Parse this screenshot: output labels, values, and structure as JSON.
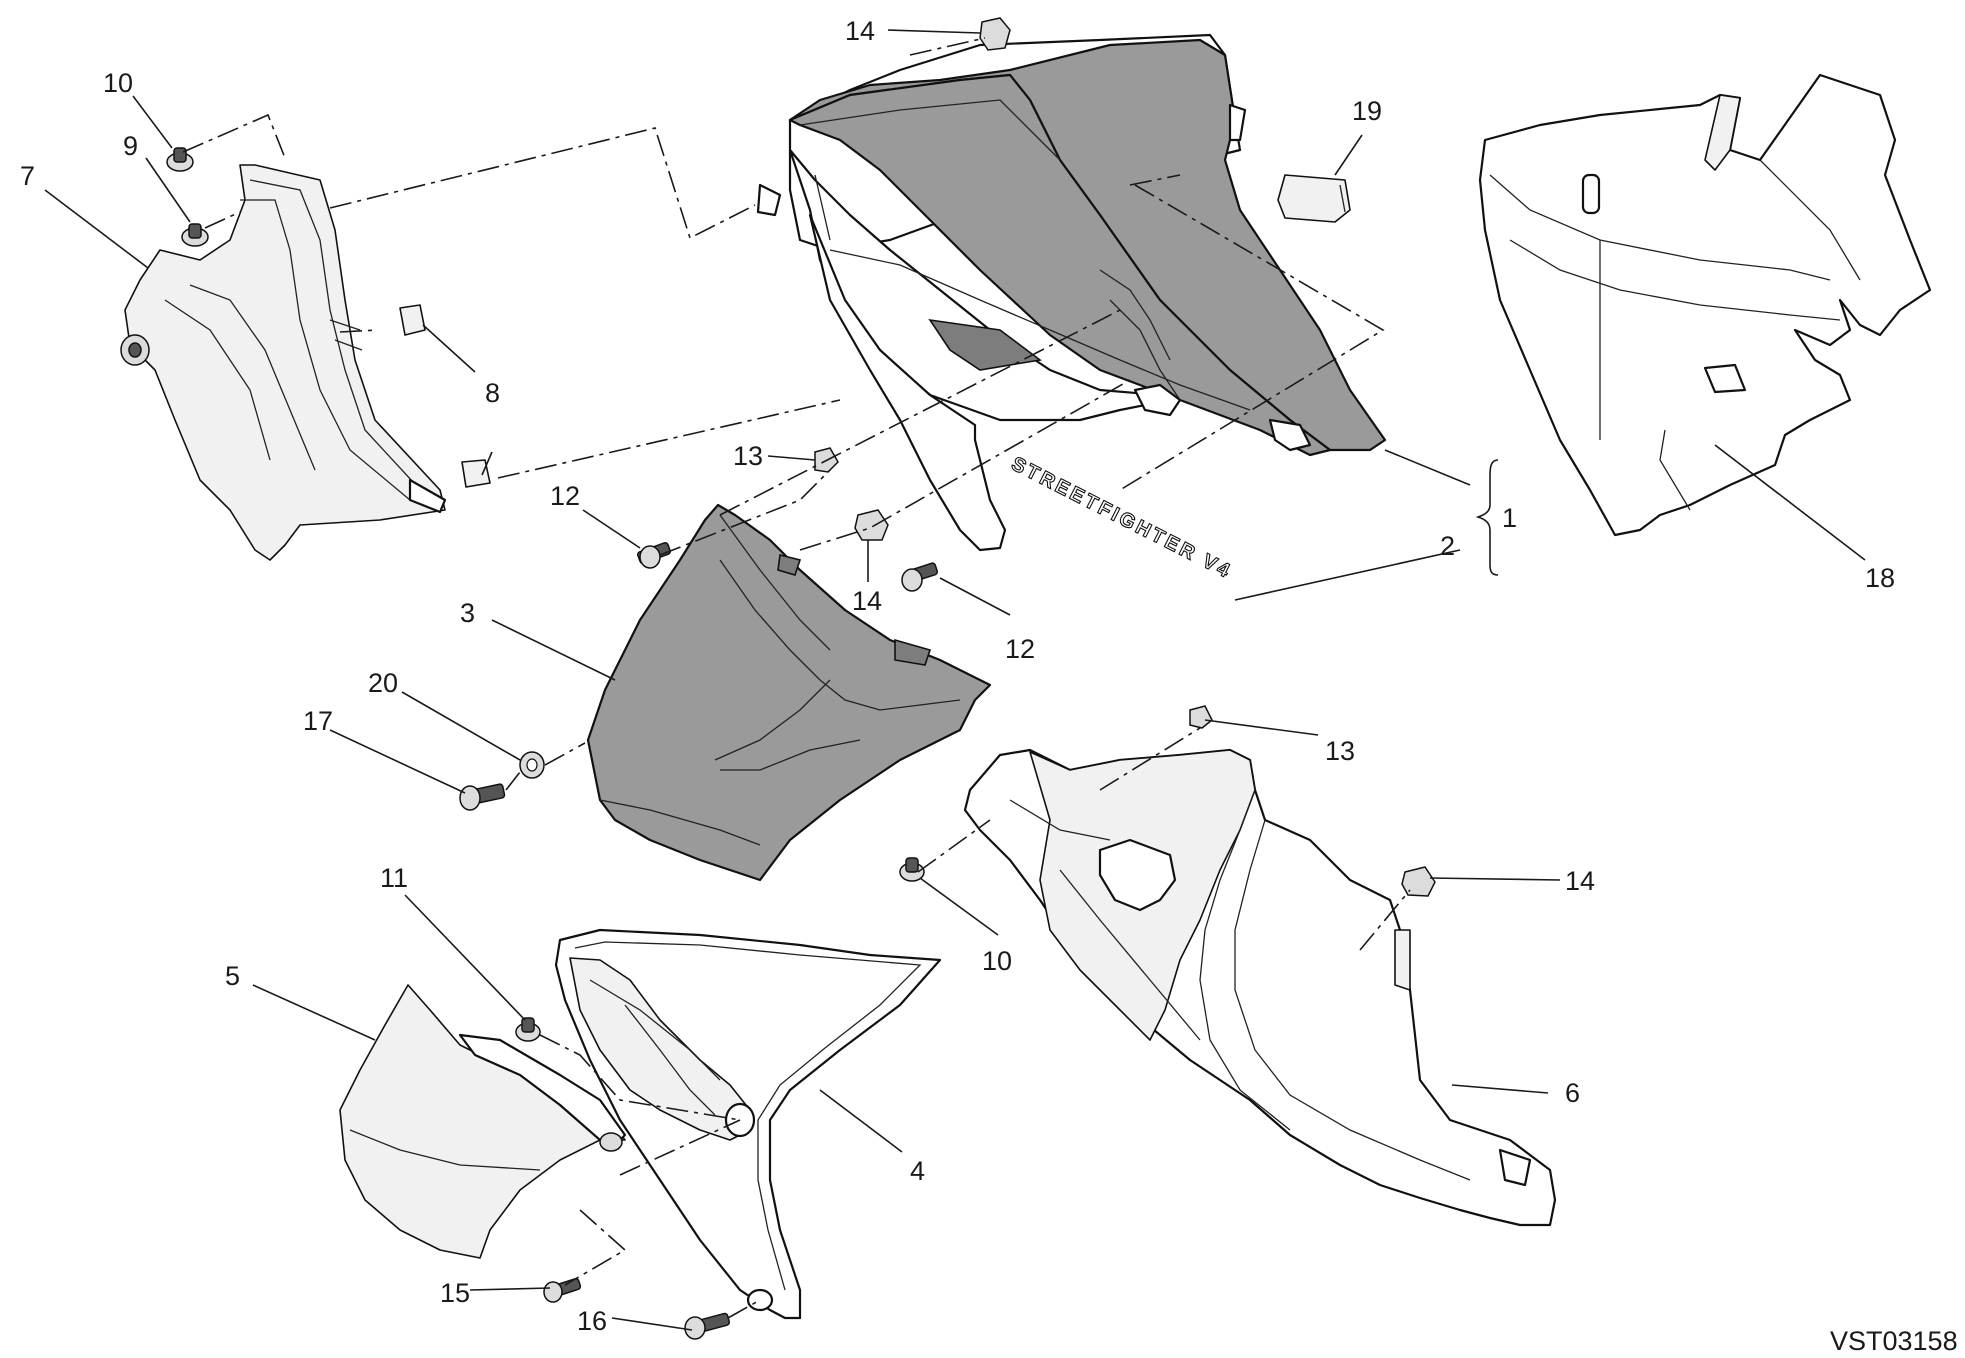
{
  "diagram": {
    "drawing_code": "VST03158",
    "decal_text": "STREETFIGHTER V4",
    "callouts": [
      {
        "id": "c10a",
        "label": "10"
      },
      {
        "id": "c9",
        "label": "9"
      },
      {
        "id": "c7",
        "label": "7"
      },
      {
        "id": "c8a",
        "label": "8"
      },
      {
        "id": "c14a",
        "label": "14"
      },
      {
        "id": "c19",
        "label": "19"
      },
      {
        "id": "c18",
        "label": "18"
      },
      {
        "id": "c1",
        "label": "1"
      },
      {
        "id": "c2",
        "label": "2"
      },
      {
        "id": "c13a",
        "label": "13"
      },
      {
        "id": "c12a",
        "label": "12"
      },
      {
        "id": "c14b",
        "label": "14"
      },
      {
        "id": "c12b",
        "label": "12"
      },
      {
        "id": "c3",
        "label": "3"
      },
      {
        "id": "c20",
        "label": "20"
      },
      {
        "id": "c17",
        "label": "17"
      },
      {
        "id": "c13b",
        "label": "13"
      },
      {
        "id": "c14c",
        "label": "14"
      },
      {
        "id": "c10b",
        "label": "10"
      },
      {
        "id": "c11",
        "label": "11"
      },
      {
        "id": "c5",
        "label": "5"
      },
      {
        "id": "c4",
        "label": "4"
      },
      {
        "id": "c6",
        "label": "6"
      },
      {
        "id": "c15",
        "label": "15"
      },
      {
        "id": "c16",
        "label": "16"
      }
    ]
  }
}
